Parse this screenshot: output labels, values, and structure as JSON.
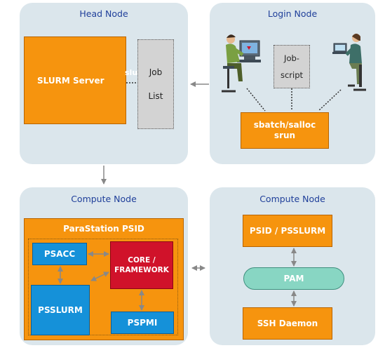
{
  "head": {
    "title": "Head Node",
    "server": "SLURM Server",
    "server_overlap": "slu",
    "joblist_1": "Job",
    "joblist_2": "List"
  },
  "login": {
    "title": "Login Node",
    "jobscript_1": "Job-",
    "jobscript_2": "script",
    "cmd_1": "sbatch/salloc",
    "cmd_2": "srun"
  },
  "compute_left": {
    "title": "Compute Node",
    "psid": "ParaStation PSID",
    "psacc": "PSACC",
    "core_1": "CORE /",
    "core_2": "FRAMEWORK",
    "psslurm": "PSSLURM",
    "pspmi": "PSPMI"
  },
  "compute_right": {
    "title": "Compute Node",
    "psid": "PSID / PSSLURM",
    "pam": "PAM",
    "ssh": "SSH Daemon"
  },
  "icons": [
    "user-at-desk-icon",
    "user-with-laptop-icon"
  ],
  "colors": {
    "panel": "#dbe6ec",
    "orange": "#f6940e",
    "blue": "#1591d9",
    "red": "#d0122a",
    "pam": "#88d6c3",
    "title": "#1f3f9a"
  }
}
